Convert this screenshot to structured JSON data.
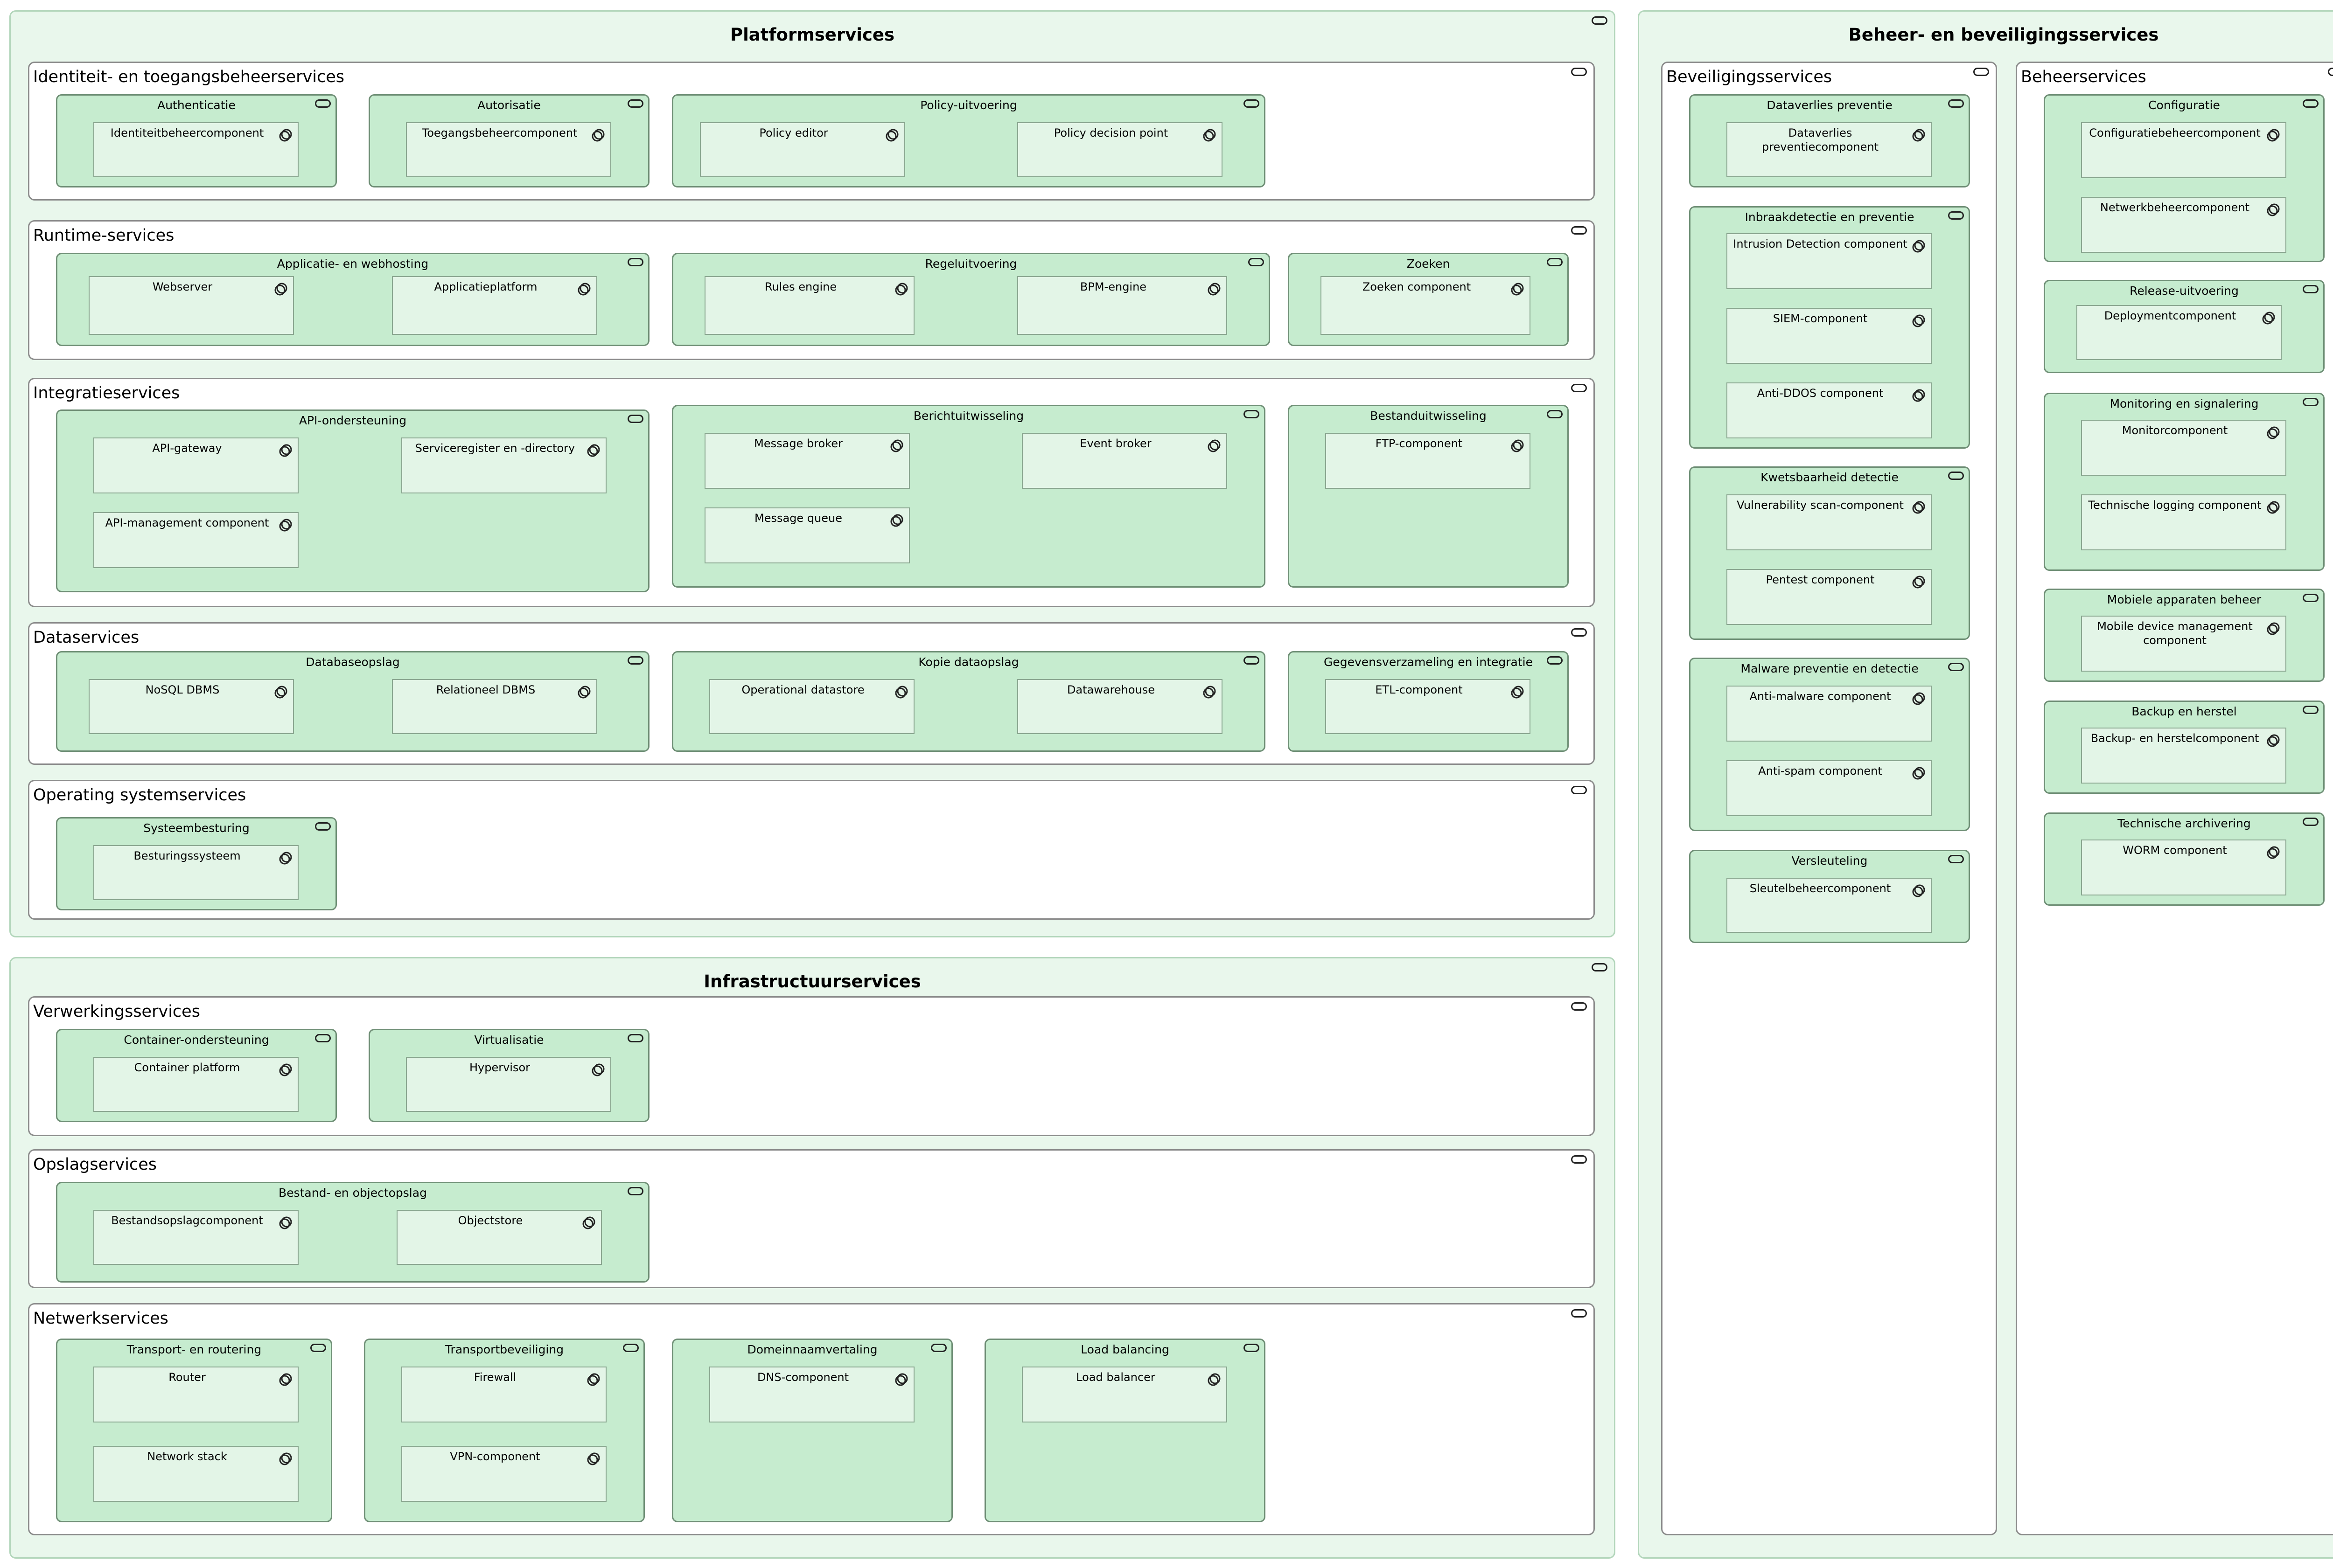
{
  "platform": {
    "title": "Platformservices",
    "identity": {
      "title": "Identiteit- en toegangsbeheerservices",
      "authn": {
        "title": "Authenticatie",
        "c1": "Identiteitbeheercomponent"
      },
      "authz": {
        "title": "Autorisatie",
        "c1": "Toegangsbeheercomponent"
      },
      "policy": {
        "title": "Policy-uitvoering",
        "c1": "Policy editor",
        "c2": "Policy decision point"
      }
    },
    "runtime": {
      "title": "Runtime-services",
      "hosting": {
        "title": "Applicatie- en webhosting",
        "c1": "Webserver",
        "c2": "Applicatieplatform"
      },
      "rules": {
        "title": "Regeluitvoering",
        "c1": "Rules engine",
        "c2": "BPM-engine"
      },
      "search": {
        "title": "Zoeken",
        "c1": "Zoeken component"
      }
    },
    "integration": {
      "title": "Integratieservices",
      "api": {
        "title": "API-ondersteuning",
        "c1": "API-gateway",
        "c2": "Serviceregister en -directory",
        "c3": "API-management component"
      },
      "messaging": {
        "title": "Berichtuitwisseling",
        "c1": "Message broker",
        "c2": "Event broker",
        "c3": "Message queue"
      },
      "files": {
        "title": "Bestanduitwisseling",
        "c1": "FTP-component"
      }
    },
    "data": {
      "title": "Dataservices",
      "db": {
        "title": "Databaseopslag",
        "c1": "NoSQL DBMS",
        "c2": "Relationeel DBMS"
      },
      "copy": {
        "title": "Kopie dataopslag",
        "c1": "Operational datastore",
        "c2": "Datawarehouse"
      },
      "etl": {
        "title": "Gegevensverzameling en integratie",
        "c1": "ETL-component"
      }
    },
    "os": {
      "title": "Operating systemservices",
      "control": {
        "title": "Systeembesturing",
        "c1": "Besturingssysteem"
      }
    }
  },
  "infra": {
    "title": "Infrastructuurservices",
    "processing": {
      "title": "Verwerkingsservices",
      "container": {
        "title": "Container-ondersteuning",
        "c1": "Container platform"
      },
      "virtual": {
        "title": "Virtualisatie",
        "c1": "Hypervisor"
      }
    },
    "storage": {
      "title": "Opslagservices",
      "fileobj": {
        "title": "Bestand- en objectopslag",
        "c1": "Bestandsopslagcomponent",
        "c2": "Objectstore"
      }
    },
    "network": {
      "title": "Netwerkservices",
      "transport": {
        "title": "Transport- en routering",
        "c1": "Router",
        "c2": "Network stack"
      },
      "transsec": {
        "title": "Transportbeveiliging",
        "c1": "Firewall",
        "c2": "VPN-component"
      },
      "dns": {
        "title": "Domeinnaamvertaling",
        "c1": "DNS-component"
      },
      "lb": {
        "title": "Load balancing",
        "c1": "Load balancer"
      }
    }
  },
  "mgmt": {
    "title": "Beheer- en beveiligingsservices",
    "security": {
      "title": "Beveiligingsservices",
      "dlp": {
        "title": "Dataverlies preventie",
        "c1": "Dataverlies preventiecomponent"
      },
      "ids": {
        "title": "Inbraakdetectie en preventie",
        "c1": "Intrusion Detection component",
        "c2": "SIEM-component",
        "c3": "Anti-DDOS component"
      },
      "vuln": {
        "title": "Kwetsbaarheid detectie",
        "c1": "Vulnerability scan-component",
        "c2": "Pentest component"
      },
      "malware": {
        "title": "Malware preventie en detectie",
        "c1": "Anti-malware component",
        "c2": "Anti-spam component"
      },
      "crypto": {
        "title": "Versleuteling",
        "c1": "Sleutelbeheercomponent"
      }
    },
    "management": {
      "title": "Beheerservices",
      "config": {
        "title": "Configuratie",
        "c1": "Configuratiebeheercomponent",
        "c2": "Netwerkbeheercomponent"
      },
      "release": {
        "title": "Release-uitvoering",
        "c1": "Deploymentcomponent"
      },
      "monitoring": {
        "title": "Monitoring en signalering",
        "c1": "Monitorcomponent",
        "c2": "Technische logging component"
      },
      "mobile": {
        "title": "Mobiele apparaten beheer",
        "c1": "Mobile device management component"
      },
      "backup": {
        "title": "Backup en herstel",
        "c1": "Backup- en herstelcomponent"
      },
      "archive": {
        "title": "Technische archivering",
        "c1": "WORM component"
      }
    }
  },
  "icons": {
    "service": "service-pill-icon",
    "component": "component-icon"
  }
}
